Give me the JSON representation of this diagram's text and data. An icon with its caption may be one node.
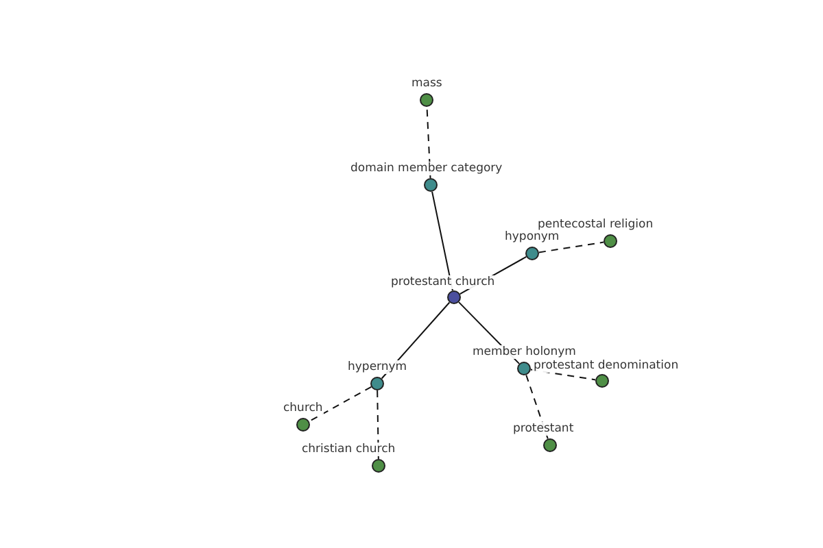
{
  "diagram": {
    "nodes": [
      {
        "text": [
          "mass"
        ]
      },
      {
        "text": [
          "domain member category"
        ]
      },
      {
        "text": [
          "pentecostal religion"
        ]
      },
      {
        "text": [
          "hyponym"
        ]
      },
      {
        "text": [
          "protestant church"
        ]
      },
      {
        "text": [
          "member holonym"
        ]
      },
      {
        "text": [
          "protestant denomination"
        ]
      },
      {
        "text": [
          "hypernym"
        ]
      },
      {
        "text": [
          "church"
        ]
      },
      {
        "text": [
          "protestant"
        ]
      },
      {
        "text": [
          "christian church"
        ]
      }
    ],
    "edges": [
      {
        "from": 4,
        "to": 1,
        "arrow": "none"
      },
      {
        "from": 4,
        "to": 3,
        "arrow": "none"
      },
      {
        "from": 4,
        "to": 5,
        "arrow": "none"
      },
      {
        "from": 4,
        "to": 7,
        "arrow": "none"
      },
      {
        "from": 1,
        "to": 0,
        "arrow": "none",
        "style": "dashed"
      },
      {
        "from": 3,
        "to": 2,
        "arrow": "none",
        "style": "dashed"
      },
      {
        "from": 5,
        "to": 6,
        "arrow": "none",
        "style": "dashed"
      },
      {
        "from": 5,
        "to": 9,
        "arrow": "none",
        "style": "dashed"
      },
      {
        "from": 7,
        "to": 8,
        "arrow": "none",
        "style": "dashed"
      },
      {
        "from": 7,
        "to": 10,
        "arrow": "none",
        "style": "dashed"
      }
    ]
  }
}
